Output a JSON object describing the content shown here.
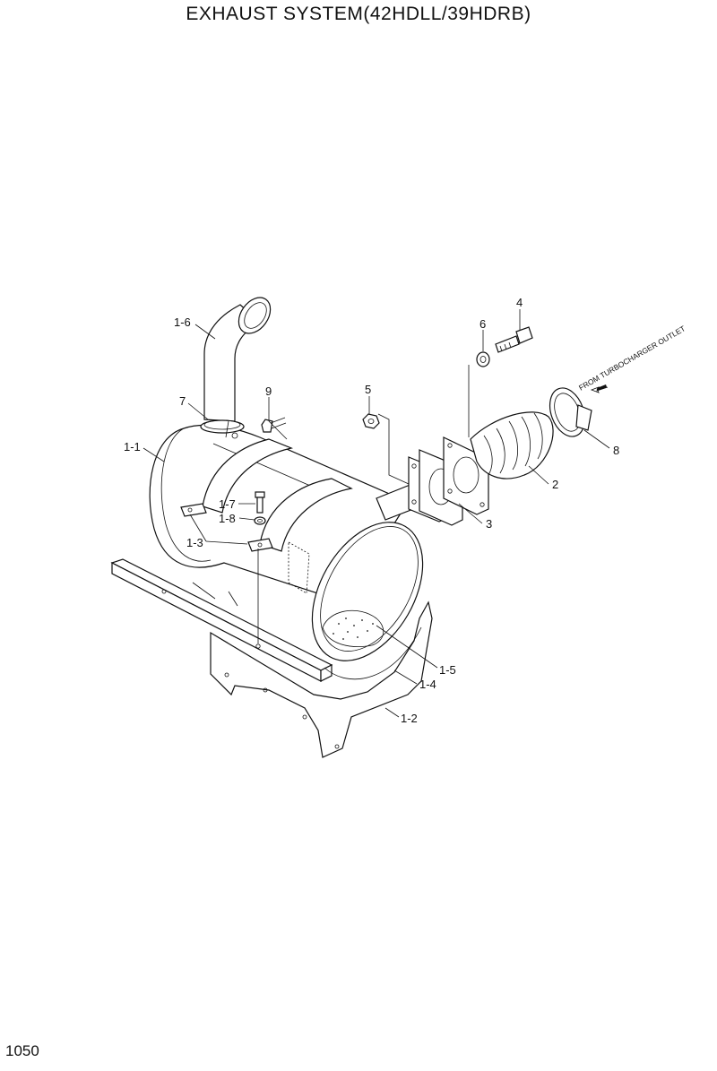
{
  "title": "EXHAUST SYSTEM(42HDLL/39HDRB)",
  "page_number": "1050",
  "note": "FROM TURBOCHARGER OUTLET",
  "callouts": {
    "c1_6": "1-6",
    "c7": "7",
    "c9": "9",
    "c1_1": "1-1",
    "c1_7": "1-7",
    "c1_8": "1-8",
    "c1_3": "1-3",
    "c5": "5",
    "c6": "6",
    "c4": "4",
    "c2": "2",
    "c3": "3",
    "c8": "8",
    "c1_5": "1-5",
    "c1_4": "1-4",
    "c1_2": "1-2"
  }
}
